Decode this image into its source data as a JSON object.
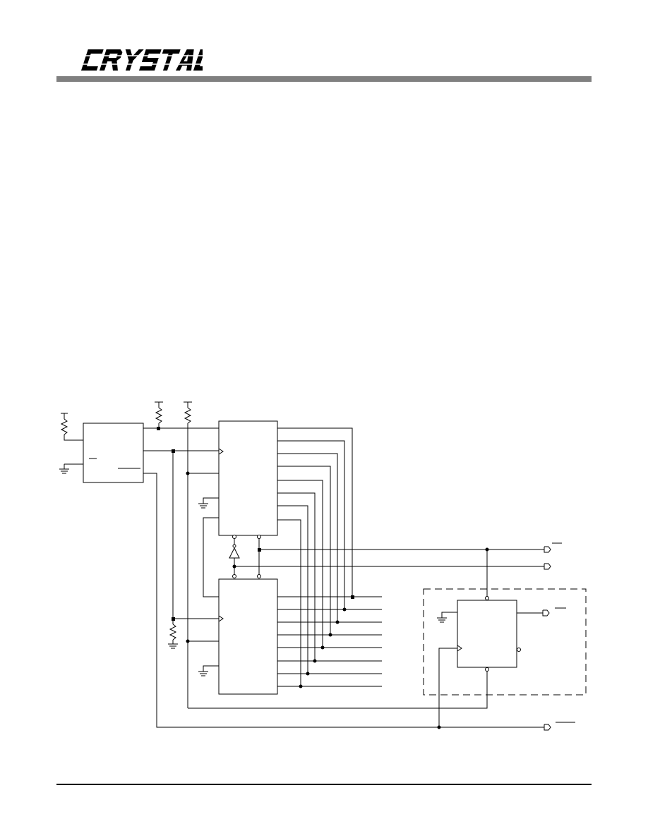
{
  "header": {
    "logo": {
      "text": "CRYSTAL",
      "icon": "crystal-logo",
      "color": "#000000"
    },
    "bar_color": "#808080"
  },
  "schematic": {
    "description_icon": "schematic-diagram",
    "dashed_box": true
  }
}
